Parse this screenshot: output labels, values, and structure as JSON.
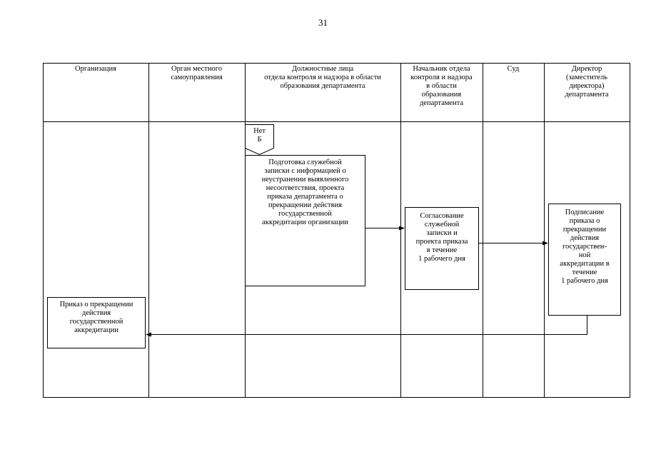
{
  "page_number": "31",
  "lanes": [
    {
      "id": "org",
      "title": "Организация"
    },
    {
      "id": "local",
      "title": "Орган местного\nсамоуправления"
    },
    {
      "id": "officials",
      "title": "Должностные лица\nотдела контроля и надзора в области\nобразования департамента"
    },
    {
      "id": "head",
      "title": "Начальник отдела\nконтроля и надзора\nв области\nобразования\nдепартамента"
    },
    {
      "id": "court",
      "title": "Суд"
    },
    {
      "id": "director",
      "title": "Директор\n(заместитель\nдиректора)\nдепартамента"
    }
  ],
  "connector": {
    "label": "Нет\nБ"
  },
  "boxes": {
    "prepare": "Подготовка служебной\nзаписки с информацией о\nнеустранении выявленного\nнесоответствия, проекта\nприказа департамента о\nпрекращении действия\nгосударственной\nаккредитации организации",
    "approve": "Согласование\nслужебной\nзаписки и\nпроекта приказа\nв течение\n1 рабочего дня",
    "sign": "Подписание\nприказа о\nпрекращении\nдействия\nгосударствен-\nной\nаккредитации в\nтечение\n1 рабочего дня",
    "order": "Приказ о прекращении\nдействия\nгосударственной\nаккредитации"
  }
}
